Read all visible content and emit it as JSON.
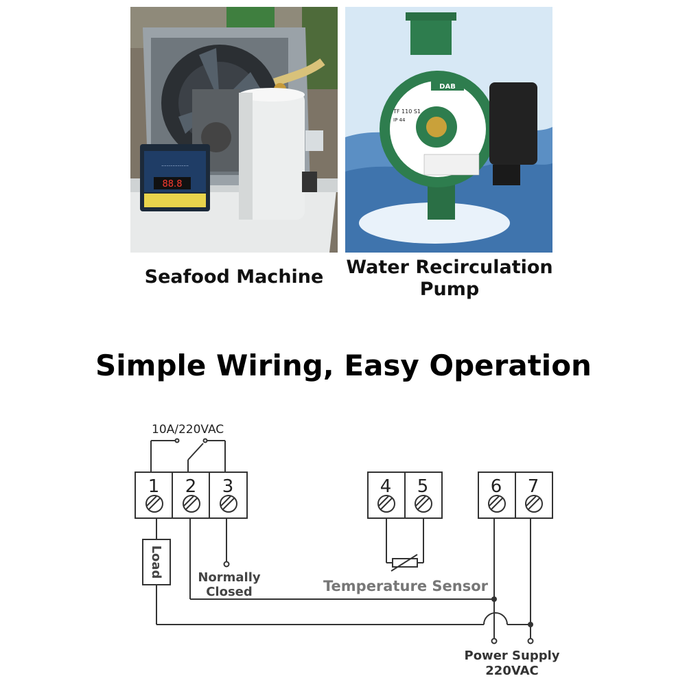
{
  "photos": {
    "left": {
      "caption": "Seafood Machine",
      "controller_brand": "……………",
      "controller_display": "88.8"
    },
    "right": {
      "caption_lines": [
        "Water Recirculation",
        "Pump"
      ],
      "pump_brand": "DAB",
      "pump_model": "TF 110 S1",
      "pump_rating": "IP 44"
    }
  },
  "headline": "Simple Wiring, Easy Operation",
  "diagram": {
    "rating": "10A/220VAC",
    "terminals": [
      "1",
      "2",
      "3",
      "4",
      "5",
      "6",
      "7"
    ],
    "load_label": "Load",
    "normally_closed": [
      "Normally",
      "Closed"
    ],
    "temperature_sensor": "Temperature Sensor",
    "power_supply": [
      "Power Supply",
      "220VAC"
    ]
  },
  "colors": {
    "pump_green": "#2e7d4e",
    "sky_blue": "#d7e8f5",
    "water_blue": "#5b8fc4",
    "line": "#333333",
    "label_gray": "#555555"
  }
}
